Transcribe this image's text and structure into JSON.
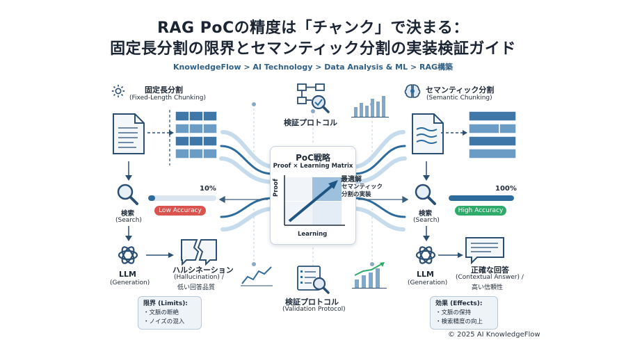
{
  "title": {
    "line1": "RAG PoCの精度は「チャンク」で決まる：",
    "line2": "固定長分割の限界とセマンティック分割の実装検証ガイド"
  },
  "breadcrumb": "KnowledgeFlow > AI Technology > Data Analysis & ML > RAG構築",
  "left": {
    "heading": "固定長分割",
    "heading_sub": "(Fixed-Length Chunking)",
    "percent": "10%",
    "accuracy_fraction": 0.1,
    "badge": "Low Accuracy",
    "search_label": "検索",
    "search_sub": "(Search)",
    "llm_label": "LLM",
    "llm_sub": "(Generation)",
    "result_label": "ハルシネーション",
    "result_sub1": "(Hallucination) /",
    "result_sub2": "低い回答品質",
    "box_title": "限界 (Limits):",
    "box_items": [
      "・文脈の断絶",
      "・ノイズの混入"
    ]
  },
  "right": {
    "heading": "セマンティック分割",
    "heading_sub": "(Semantic Chunking)",
    "percent": "100%",
    "accuracy_fraction": 1.0,
    "badge": "High Accuracy",
    "search_label": "検索",
    "search_sub": "(Search)",
    "llm_label": "LLM",
    "llm_sub": "(Generation)",
    "result_label": "正確な回答",
    "result_sub1": "(Contextual Answer) /",
    "result_sub2": "高い信頼性",
    "box_title": "効果 (Effects):",
    "box_items": [
      "・文脈の保持",
      "・検索精度の向上"
    ]
  },
  "top_protocol": "検証プロトコル",
  "bottom_protocol": {
    "label": "検証プロトコル",
    "sub": "(Validation Protocol)"
  },
  "center": {
    "title": "PoC戦略",
    "subtitle": "Proof × Learning Matrix",
    "y_axis": "Proof",
    "x_axis": "Learning",
    "optimal": "最適解",
    "optimal_sub1": "セマンティック",
    "optimal_sub2": "分割の実装"
  },
  "footer": "© 2025 AI KnowledgeFlow",
  "colors": {
    "accent": "#2f6f9f",
    "low": "#d9534f",
    "high": "#2eaa6a",
    "track": "#dbe6f0"
  }
}
